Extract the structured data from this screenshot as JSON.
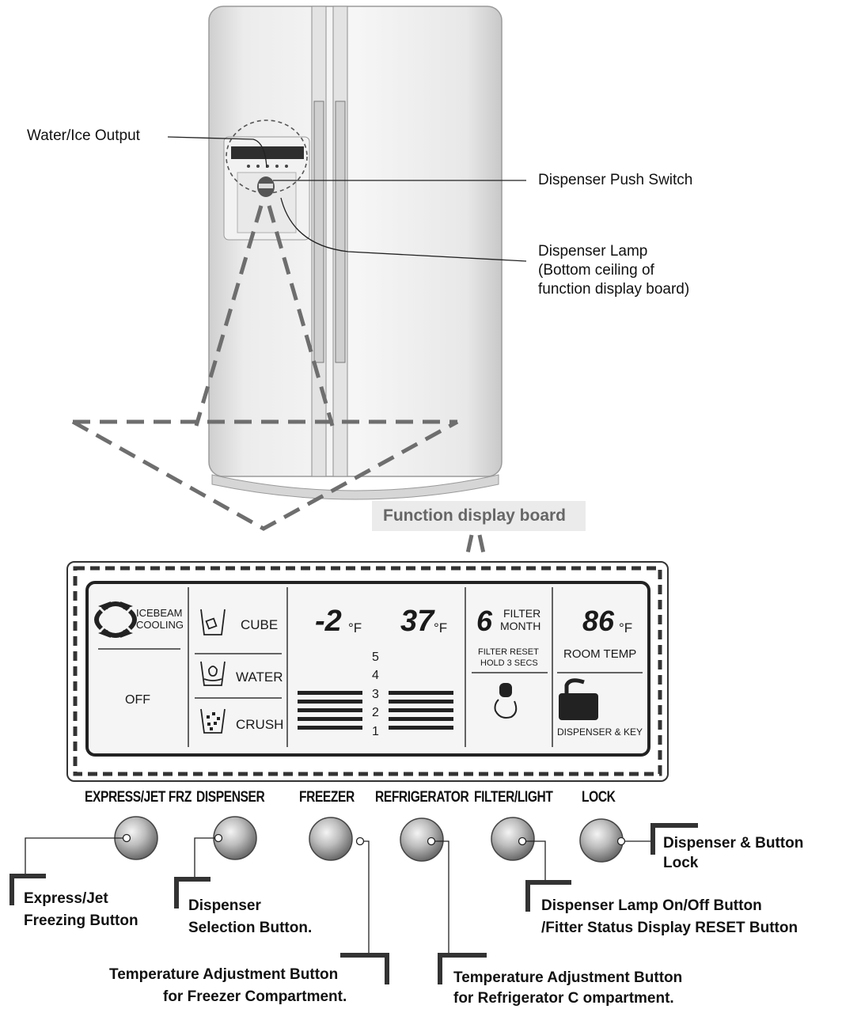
{
  "callouts_top": {
    "water_ice_output": "Water/Ice Output",
    "dispenser_push_switch": "Dispenser Push Switch",
    "dispenser_lamp": [
      "Dispenser Lamp",
      "(Bottom  ceiling of",
      "function display board)"
    ]
  },
  "board_tag": "Function display board",
  "panel": {
    "icebeam": [
      "ICEBEAM",
      "COOLING"
    ],
    "off": "OFF",
    "cube": "CUBE",
    "water": "WATER",
    "crush": "CRUSH",
    "freezer_temp": "-2",
    "fridge_temp": "37",
    "unit_f": "°F",
    "levels": [
      "5",
      "4",
      "3",
      "2",
      "1"
    ],
    "filter_digit": "6",
    "filter_label": [
      "FILTER",
      "MONTH"
    ],
    "filter_reset": [
      "FILTER RESET",
      "HOLD 3 SECS"
    ],
    "room_temp_value": "86",
    "room_temp_label": "ROOM TEMP",
    "dispenser_key": "DISPENSER & KEY"
  },
  "buttons": [
    {
      "label": "EXPRESS/JET FRZ"
    },
    {
      "label": "DISPENSER"
    },
    {
      "label": "FREEZER"
    },
    {
      "label": "REFRIGERATOR"
    },
    {
      "label": "FILTER/LIGHT"
    },
    {
      "label": "LOCK"
    }
  ],
  "callouts_bottom": {
    "express": [
      "Express/Jet",
      "Freezing Button"
    ],
    "dispenser_sel": [
      "Dispenser",
      "Selection Button."
    ],
    "freezer_temp": [
      "Temperature Adjustment Button",
      "for Freezer Compartment."
    ],
    "fridge_temp": [
      "Temperature Adjustment Button",
      "for Refrigerator C ompartment."
    ],
    "lamp_filter": [
      "Dispenser Lamp On/Off Button",
      "/Fitter Status Display RESET Button"
    ],
    "lock": [
      "Dispenser & Button",
      "Lock"
    ]
  }
}
